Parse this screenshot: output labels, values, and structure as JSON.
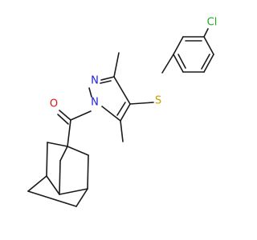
{
  "atom_labels": {
    "chlorine": "Cl",
    "sulfur": "S",
    "n2": "N",
    "n1": "N",
    "oxygen": "O"
  },
  "colors": {
    "bond": "#1a1a1a",
    "nitrogen": "#1f1fd6",
    "oxygen": "#e01010",
    "sulfur": "#c8a000",
    "chlorine": "#1faa1f"
  }
}
